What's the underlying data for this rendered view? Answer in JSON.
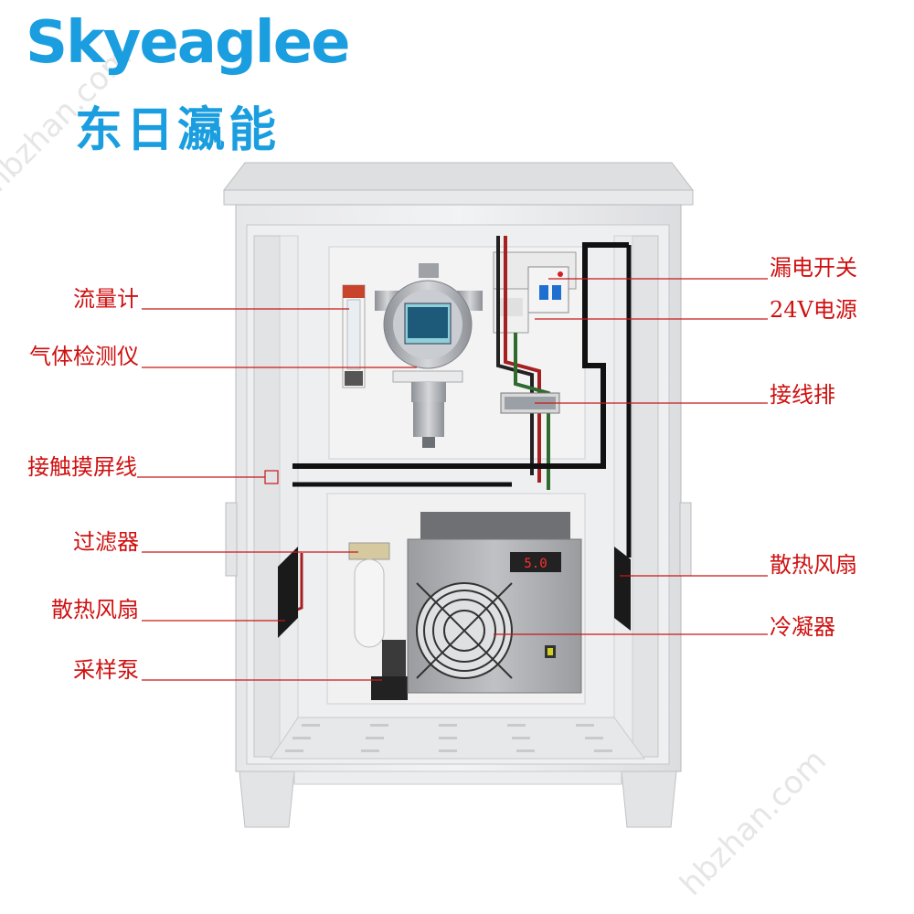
{
  "brand": {
    "name": "Skyeaglee",
    "name_cn": "东日瀛能",
    "color": "#1a9ee0"
  },
  "watermark": "hbzhan.com",
  "label_color": "#d01010",
  "labels_left": {
    "flowmeter": "流量计",
    "gas_detector": "气体检测仪",
    "touchscreen_wire": "接触摸屏线",
    "filter": "过滤器",
    "fan_left": "散热风扇",
    "sampling_pump": "采样泵"
  },
  "labels_right": {
    "leakage_switch": "漏电开关",
    "power_24v": "24V电源",
    "terminal_block": "接线排",
    "fan_right": "散热风扇",
    "condenser": "冷凝器"
  },
  "condenser_display": "5.0"
}
